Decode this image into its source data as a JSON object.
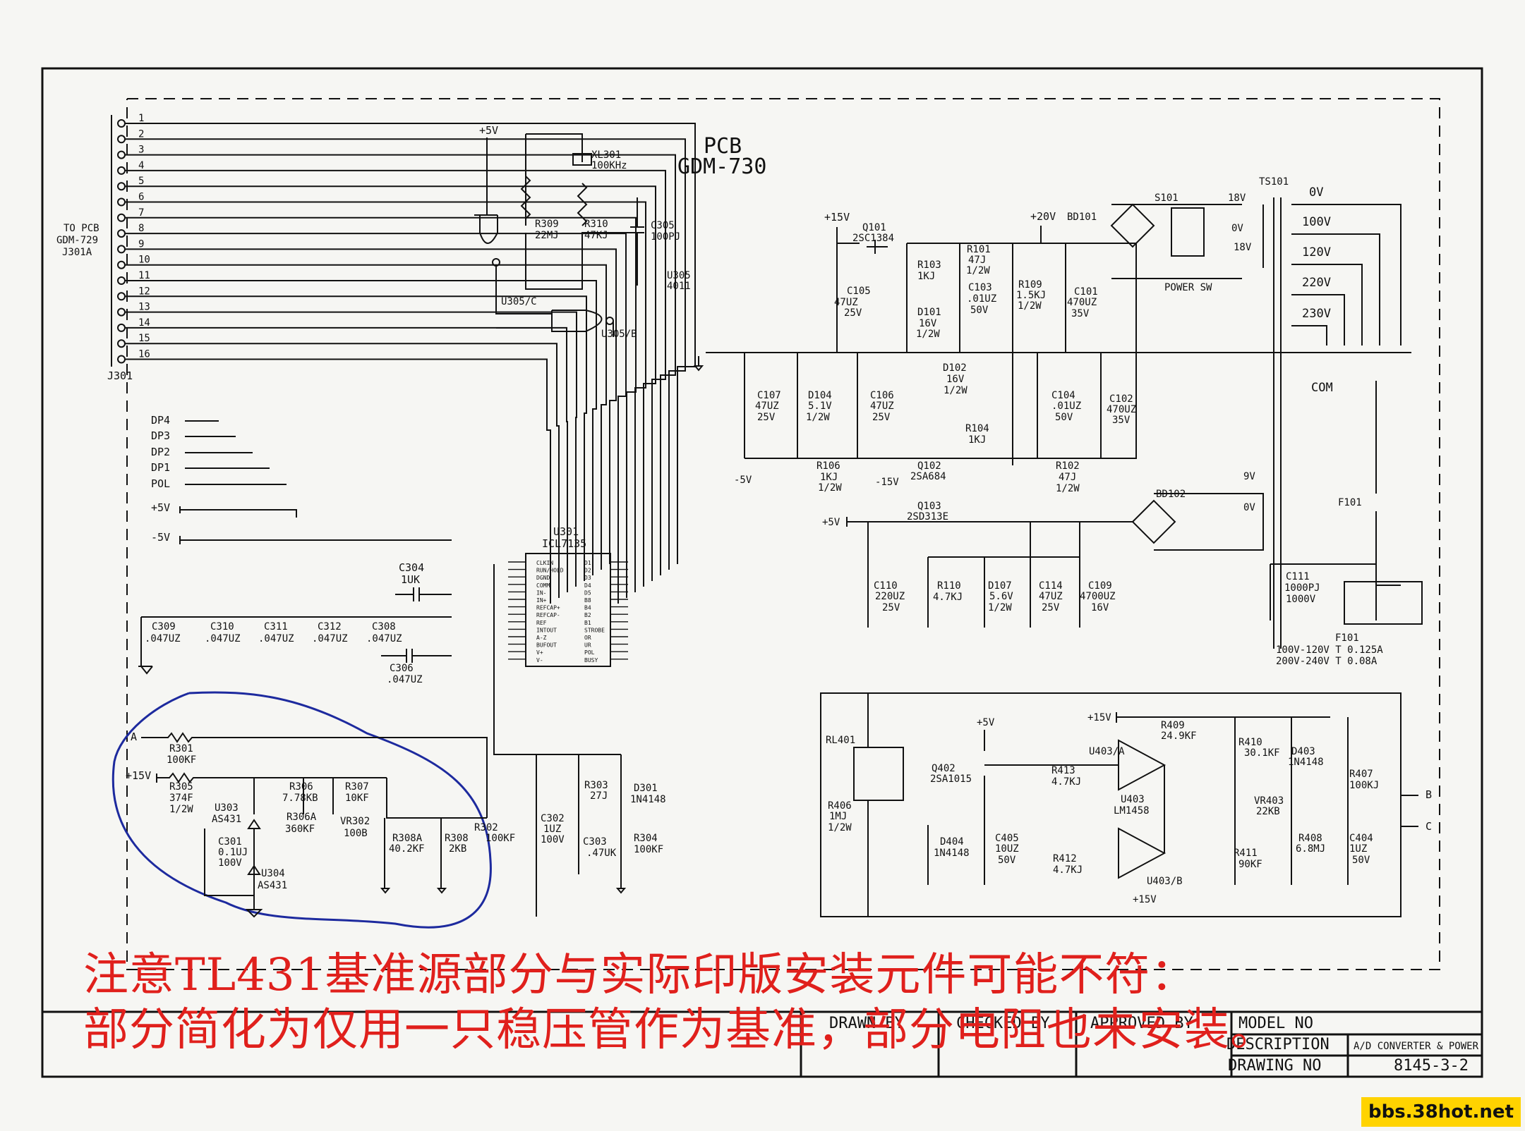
{
  "title_block": {
    "pcb": "PCB",
    "board": "GDM-730",
    "connector_to": "TO PCB",
    "connector_board": "GDM-729",
    "connector_ref": "J301A",
    "connector_name": "J301",
    "drawn_by": "DRAWN BY",
    "checked_by": "CHECKED BY",
    "approved_by": "APPROVED BY",
    "model_no": "MODEL NO",
    "description": "DESCRIPTION",
    "description_value": "A/D CONVERTER & POWER",
    "drawing_no": "DRAWING NO",
    "drawing_no_value": "8145-3-2"
  },
  "connector_pins": [
    "1",
    "2",
    "3",
    "4",
    "5",
    "6",
    "7",
    "8",
    "9",
    "10",
    "11",
    "12",
    "13",
    "14",
    "15",
    "16"
  ],
  "inputs": {
    "dp4": "DP4",
    "dp3": "DP3",
    "dp2": "DP2",
    "dp1": "DP1",
    "pol": "POL",
    "p5": "+5V",
    "m5": "-5V",
    "a": "A",
    "p15": "+15V",
    "b": "B",
    "c": "C"
  },
  "components": {
    "p5v_top": "+5V",
    "xl301": "XL301",
    "xl301_v": "100KHz",
    "r309": "R309",
    "r309_v": "22MJ",
    "r310": "R310",
    "r310_v": "47KJ",
    "c305": "C305",
    "c305_v": "100PJ",
    "u305": "U305",
    "u305_v": "4011",
    "u305c": "U305/C",
    "u305b": "U305/B",
    "u301": "U301",
    "u301_v": "ICL7135",
    "c304": "C304",
    "c304_v": "1UK",
    "c309": "C309",
    "c310": "C310",
    "c311": "C311",
    "c312": "C312",
    "c308": "C308",
    "c047": ".047UZ",
    "c306": "C306",
    "c306_v": ".047UZ",
    "r301": "R301",
    "r301_v": "100KF",
    "r305": "R305",
    "r305_v": "374F",
    "r305_p": "1/2W",
    "r306": "R306",
    "r306_v": "7.78KB",
    "r307": "R307",
    "r307_v": "10KF",
    "u303": "U303",
    "u303_v": "AS431",
    "r306a": "R306A",
    "r306a_v": "360KF",
    "vr302": "VR302",
    "vr302_v": "100B",
    "r308a": "R308A",
    "r308a_v": "40.2KF",
    "r308": "R308",
    "r308_v": "2KB",
    "r302": "R302",
    "r302_v": "100KF",
    "c301": "C301",
    "c301_v": "0.1UJ",
    "c301_p": "100V",
    "u304": "U304",
    "u304_v": "AS431",
    "c302": "C302",
    "c302_v": "1UZ",
    "c302_p": "100V",
    "r303": "R303",
    "r303_v": "27J",
    "d301": "D301",
    "d301_v": "1N4148",
    "c303": "C303",
    "c303_v": ".47UK",
    "r304": "R304",
    "r304_v": "100KF",
    "p15v": "+15V",
    "p20v": "+20V",
    "q101": "Q101",
    "q101_v": "2SC1384",
    "r103": "R103",
    "r103_v": "1KJ",
    "r101": "R101",
    "r101_v": "47J",
    "r101_p": "1/2W",
    "c105": "C105",
    "c105_v": "47UZ",
    "c105_p": "25V",
    "c103": "C103",
    "c103_v": ".01UZ",
    "c103_p": "50V",
    "d101": "D101",
    "d101_v": "16V",
    "d101_p": "1/2W",
    "r109": "R109",
    "r109_v": "1.5KJ",
    "r109_p": "1/2W",
    "c101": "C101",
    "c101_v": "470UZ",
    "c101_p": "35V",
    "bd101": "BD101",
    "s101": "S101",
    "power_sw": "POWER SW",
    "v18": "18V",
    "v0": "0V",
    "v18b": "18V",
    "ts101": "TS101",
    "tap0": "0V",
    "tap100": "100V",
    "tap120": "120V",
    "tap220": "220V",
    "tap230": "230V",
    "com": "COM",
    "c107": "C107",
    "c107_v": "47UZ",
    "c107_p": "25V",
    "d104": "D104",
    "d104_v": "5.1V",
    "d104_p": "1/2W",
    "c106": "C106",
    "c106_v": "47UZ",
    "c106_p": "25V",
    "d102": "D102",
    "d102_v": "16V",
    "d102_p": "1/2W",
    "r104": "R104",
    "r104_v": "1KJ",
    "c104": "C104",
    "c104_v": ".01UZ",
    "c104_p": "50V",
    "c102": "C102",
    "c102_v": "470UZ",
    "c102_p": "35V",
    "m5v": "-5V",
    "m15v": "-15V",
    "r106": "R106",
    "r106_v": "1KJ",
    "r106_p": "1/2W",
    "q102": "Q102",
    "q102_v": "2SA684",
    "r102": "R102",
    "r102_v": "47J",
    "r102_p": "1/2W",
    "v9": "9V",
    "v0b": "0V",
    "bd102": "BD102",
    "p5v_b": "+5V",
    "q103": "Q103",
    "q103_v": "2SD313E",
    "f101": "F101",
    "c110": "C110",
    "c110_v": "220UZ",
    "c110_p": "25V",
    "r110": "R110",
    "r110_v": "4.7KJ",
    "d107": "D107",
    "d107_v": "5.6V",
    "d107_p": "1/2W",
    "c114": "C114",
    "c114_v": "47UZ",
    "c114_p": "25V",
    "c109": "C109",
    "c109_v": "4700UZ",
    "c109_p": "16V",
    "c111": "C111",
    "c111_v": "1000PJ",
    "c111_p": "1000V",
    "f101b": "F101",
    "fuse1": "100V-120V T 0.125A",
    "fuse2": "200V-240V T 0.08A",
    "rl401": "RL401",
    "p5v_c": "+5V",
    "p15v_c": "+15V",
    "p15v_d": "+15V",
    "r409": "R409",
    "r409_v": "24.9KF",
    "r410": "R410",
    "r410_v": "30.1KF",
    "d403": "D403",
    "d403_v": "1N4148",
    "r407": "R407",
    "r407_v": "100KJ",
    "q402": "Q402",
    "q402_v": "2SA1015",
    "r413": "R413",
    "r413_v": "4.7KJ",
    "u403a": "U403/A",
    "u403": "U403",
    "u403_v": "LM1458",
    "vr403": "VR403",
    "vr403_v": "22KB",
    "r406": "R406",
    "r406_v": "1MJ",
    "r406_p": "1/2W",
    "d404": "D404",
    "d404_v": "1N4148",
    "c405": "C405",
    "c405_v": "10UZ",
    "c405_p": "50V",
    "r412": "R412",
    "r412_v": "4.7KJ",
    "u403b": "U403/B",
    "r411": "R411",
    "r411_v": "90KF",
    "r408": "R408",
    "r408_v": "6.8MJ",
    "c404": "C404",
    "c404_v": "1UZ",
    "c404_p": "50V"
  },
  "ic_pins_left": [
    "CLKIN",
    "RUN/HOLD",
    "DGND",
    "COMM",
    "IN-",
    "IN+",
    "REFCAP+",
    "REFCAP-",
    "REF",
    "INTOUT",
    "A-Z",
    "BUFOUT",
    "V+",
    "V-"
  ],
  "ic_pins_right": [
    "D1",
    "D2",
    "D3",
    "D4",
    "D5",
    "B8",
    "B4",
    "B2",
    "B1",
    "STROBE",
    "OR",
    "UR",
    "POL",
    "BUSY"
  ],
  "note": {
    "line1": "注意TL431基准源部分与实际印版安装元件可能不符：",
    "line2": "部分简化为仅用一只稳压管作为基准，部分电阻也未安装。"
  },
  "watermark": "bbs.38hot.net"
}
